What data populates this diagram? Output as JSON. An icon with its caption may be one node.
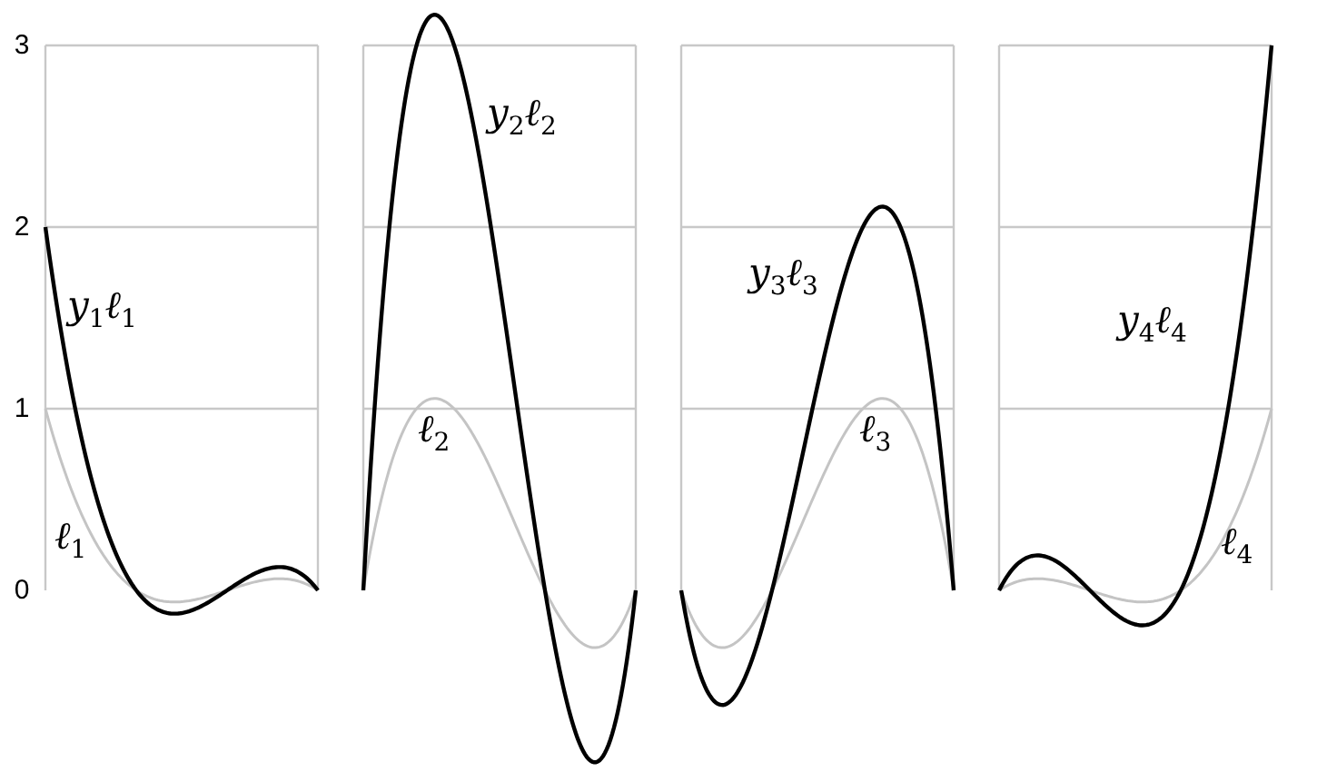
{
  "diagram": {
    "labels": [
      "3",
      "y$_{2}$ℓ$_{2}$",
      "2",
      "y$_{1}$ℓ$_{1}$",
      "y$_{3}$ℓ$_{3}$",
      "y$_{4}$ℓ$_{4}$",
      "1",
      "ℓ$_{2}$",
      "ℓ$_{3}$",
      "ℓ$_{1}$",
      "0",
      "ℓ$_{4}$"
    ]
  }
}
